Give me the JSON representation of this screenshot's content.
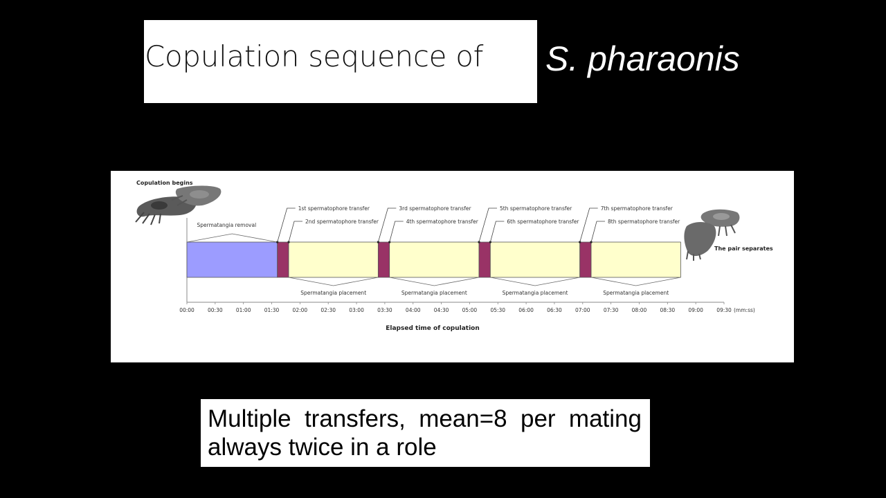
{
  "slide": {
    "title_main": "Copulation sequence of",
    "title_species": "S. pharaonis",
    "note_lines": [
      "Multiple transfers, mean=8 per mating",
      "always twice in a role"
    ]
  },
  "figure": {
    "begin_label": "Copulation begins",
    "end_label": "The pair separates",
    "removal_label": "Spermatangia removal",
    "axis_title": "Elapsed time of copulation",
    "unit_label": "(mm:ss)",
    "colors": {
      "removal": "#9c9cff",
      "placement": "#ffffcc",
      "transfer": "#993366"
    }
  },
  "chart_data": {
    "type": "timeline",
    "x_unit": "mm:ss",
    "ticks": [
      "00:00",
      "00:30",
      "01:00",
      "01:30",
      "02:00",
      "02:30",
      "03:00",
      "03:30",
      "04:00",
      "04:30",
      "05:00",
      "05:30",
      "06:00",
      "06:30",
      "07:00",
      "07:30",
      "08:00",
      "08:30",
      "09:00",
      "09:30"
    ],
    "segments": [
      {
        "label": "Spermatangia removal",
        "kind": "removal",
        "start": "00:00",
        "end": "01:36"
      },
      {
        "label": "",
        "kind": "transfer",
        "start": "01:36",
        "end": "01:48"
      },
      {
        "label": "Spermatangia placement",
        "kind": "placement",
        "start": "01:48",
        "end": "03:23"
      },
      {
        "label": "",
        "kind": "transfer",
        "start": "03:23",
        "end": "03:35"
      },
      {
        "label": "Spermatangia placement",
        "kind": "placement",
        "start": "03:35",
        "end": "05:10"
      },
      {
        "label": "",
        "kind": "transfer",
        "start": "05:10",
        "end": "05:22"
      },
      {
        "label": "Spermatangia placement",
        "kind": "placement",
        "start": "05:22",
        "end": "06:57"
      },
      {
        "label": "",
        "kind": "transfer",
        "start": "06:57",
        "end": "07:09"
      },
      {
        "label": "Spermatangia placement",
        "kind": "placement",
        "start": "07:09",
        "end": "08:44"
      }
    ],
    "transfers": [
      {
        "label": "1st spermatophore transfer",
        "time": "01:36"
      },
      {
        "label": "2nd spermatophore transfer",
        "time": "01:48"
      },
      {
        "label": "3rd spermatophore transfer",
        "time": "03:23"
      },
      {
        "label": "4th spermatophore transfer",
        "time": "03:35"
      },
      {
        "label": "5th spermatophore transfer",
        "time": "05:10"
      },
      {
        "label": "6th spermatophore transfer",
        "time": "05:22"
      },
      {
        "label": "7th spermatophore transfer",
        "time": "06:57"
      },
      {
        "label": "8th spermatophore transfer",
        "time": "07:09"
      }
    ]
  }
}
